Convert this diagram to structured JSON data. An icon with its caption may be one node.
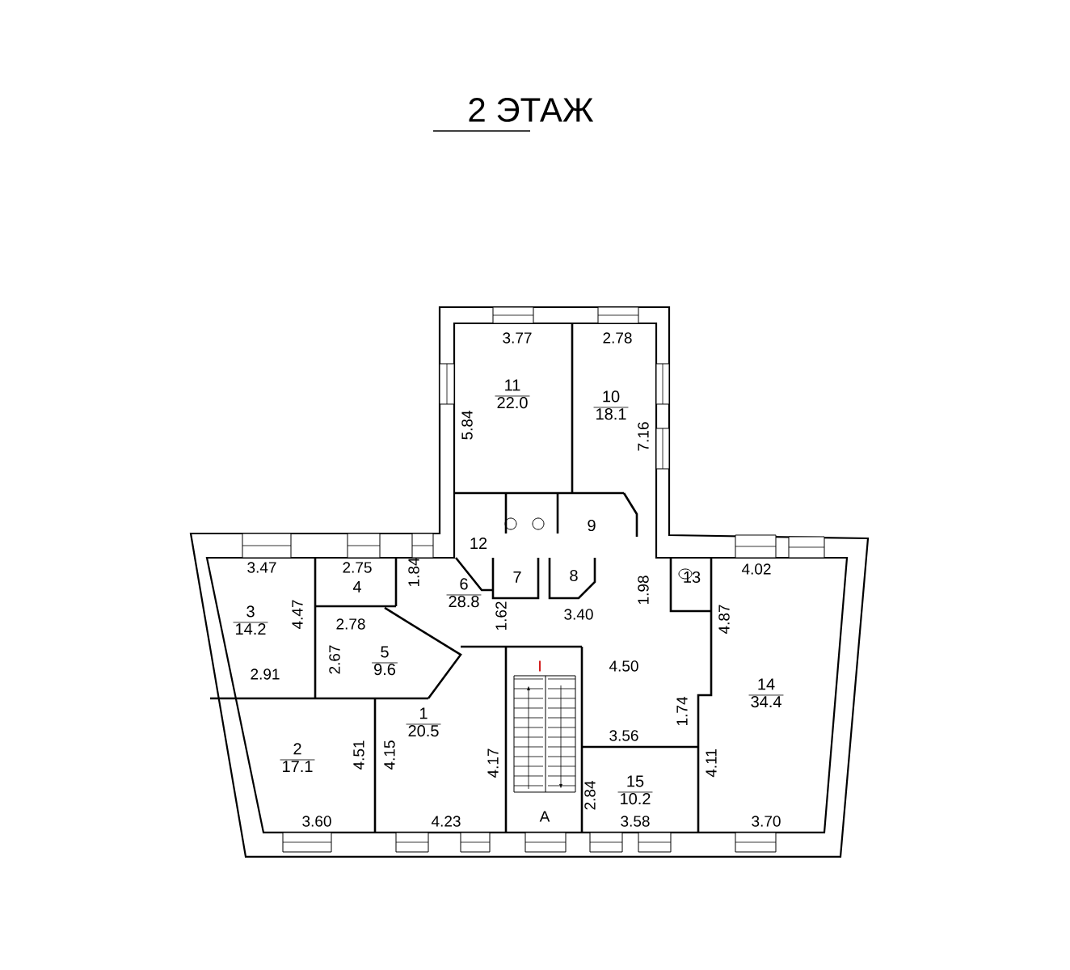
{
  "diagram": {
    "title": "2 ЭТАЖ",
    "nodes": [
      {
        "text": [
          "11",
          "22.0"
        ]
      },
      {
        "text": [
          "10",
          "18.1"
        ]
      },
      {
        "text": [
          "12"
        ]
      },
      {
        "text": [
          "9"
        ]
      },
      {
        "text": [
          "3",
          "14.2"
        ]
      },
      {
        "text": [
          "4"
        ]
      },
      {
        "text": [
          "6",
          "28.8"
        ]
      },
      {
        "text": [
          "7"
        ]
      },
      {
        "text": [
          "8"
        ]
      },
      {
        "text": [
          "13"
        ]
      },
      {
        "text": [
          "5",
          "9.6"
        ]
      },
      {
        "text": [
          "14",
          "34.4"
        ]
      },
      {
        "text": [
          "1",
          "20.5"
        ]
      },
      {
        "text": [
          "2",
          "17.1"
        ]
      },
      {
        "text": [
          "15",
          "10.2"
        ]
      }
    ],
    "labels": [
      "3.77",
      "2.78",
      "5.84",
      "7.16",
      "3.47",
      "2.75",
      "1.84",
      "4.02",
      "4.47",
      "2.78",
      "1.62",
      "3.40",
      "1.98",
      "4.87",
      "2.67",
      "2.91",
      "I",
      "4.50",
      "1.74",
      "3.56",
      "4.51",
      "4.15",
      "4.17",
      "4.11",
      "2.84",
      "3.60",
      "4.23",
      "A",
      "3.58",
      "3.70"
    ]
  }
}
